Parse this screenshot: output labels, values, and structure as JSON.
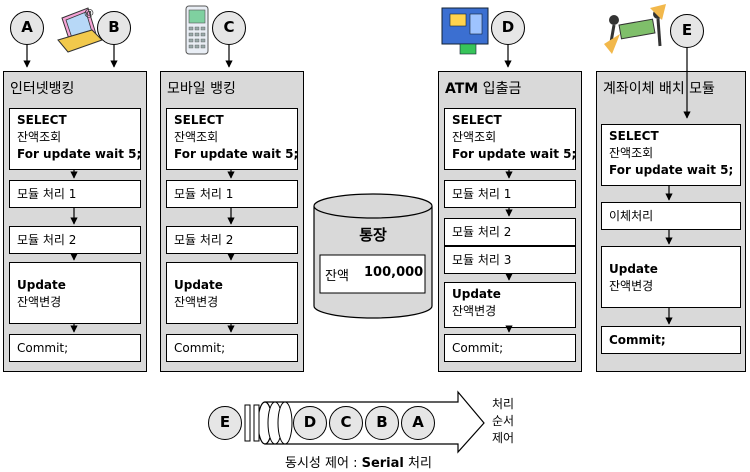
{
  "labels": {
    "A": "A",
    "B": "B",
    "C": "C",
    "D": "D",
    "E": "E"
  },
  "panels": {
    "internet": {
      "title": "인터넷뱅킹",
      "select": {
        "line1": "SELECT",
        "line2": "잔액조회",
        "line3": "For update wait 5;"
      },
      "module1": "모듈 처리 1",
      "module2": "모듈 처리 2",
      "update": {
        "line1": "Update",
        "line2": "잔액변경"
      },
      "commit": "Commit;"
    },
    "mobile": {
      "title": "모바일 뱅킹",
      "select": {
        "line1": "SELECT",
        "line2": "잔액조회",
        "line3": "For update wait 5;"
      },
      "module1": "모듈 처리 1",
      "module2": "모듈 처리 2",
      "update": {
        "line1": "Update",
        "line2": "잔액변경"
      },
      "commit": "Commit;"
    },
    "atm": {
      "title_bold": "ATM",
      "title_rest": " 입출금",
      "select": {
        "line1": "SELECT",
        "line2": "잔액조회",
        "line3": "For update wait 5;"
      },
      "module1": "모듈 처리 1",
      "module2": "모듈 처리 2",
      "module3": "모듈 처리 3",
      "update": {
        "line1": "Update",
        "line2": "잔액변경"
      },
      "commit": "Commit;"
    },
    "batch": {
      "title": "계좌이체 배치 모듈",
      "select": {
        "line1": "SELECT",
        "line2": "잔액조회",
        "line3": "For update wait 5;"
      },
      "transfer": "이체처리",
      "update": {
        "line1": "Update",
        "line2": "잔액변경"
      },
      "commit": "Commit;"
    }
  },
  "account": {
    "title": "통장",
    "balance_label": "잔액",
    "balance_value": "100,000"
  },
  "queue": {
    "side_line1": "처리",
    "side_line2": "순서",
    "side_line3": "제어",
    "caption_prefix": "동시성 제어 : ",
    "caption_bold": "Serial",
    "caption_suffix": " 처리"
  },
  "icons": [
    "laptop-icon",
    "mobile-phone-icon",
    "atm-icon",
    "money-transfer-people-icon"
  ]
}
